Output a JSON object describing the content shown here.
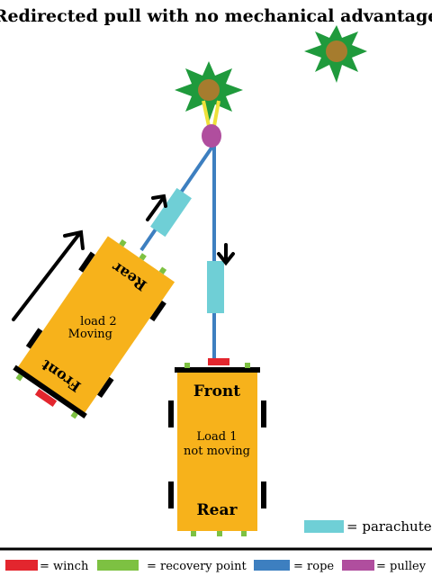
{
  "title": "Redirected pull with no mechanical advantage",
  "load1": {
    "front": "Front",
    "line1": "Load 1",
    "line2": "not moving",
    "rear": "Rear"
  },
  "load2": {
    "front": "Front",
    "line1": "load 2",
    "line2": "Moving",
    "rear": "Rear"
  },
  "legend": {
    "parachute": "= parachute",
    "winch": "= winch",
    "recovery_point": "= recovery point",
    "rope": "= rope",
    "pulley": "= pulley"
  },
  "colors": {
    "vehicle": "#f7b21b",
    "tire": "#000000",
    "winch": "#e3262e",
    "recovery_point": "#7dc142",
    "rope": "#3d7fc0",
    "pulley": "#b04e9e",
    "parachute": "#6fcfd6",
    "tree_leaves": "#1f9a3c",
    "tree_trunk": "#a67c2e",
    "anchor_strap": "#eee13a"
  }
}
